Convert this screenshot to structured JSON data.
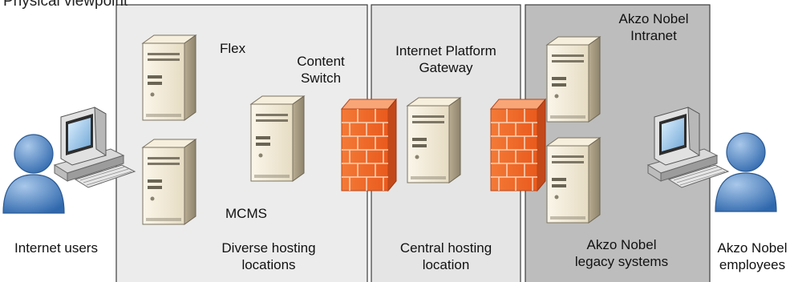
{
  "title": "Physical viewpoint",
  "zones": {
    "diverse": [
      "Diverse hosting",
      "locations"
    ],
    "central": [
      "Central hosting",
      "location"
    ],
    "legacy": [
      "Akzo Nobel",
      "legacy systems"
    ]
  },
  "servers": {
    "flex": "Flex",
    "content_switch": [
      "Content",
      "Switch"
    ],
    "mcms": "MCMS",
    "gateway": [
      "Internet Platform",
      "Gateway"
    ],
    "intranet": [
      "Akzo Nobel",
      "Intranet"
    ]
  },
  "actors": {
    "internet_users": "Internet users",
    "employees": [
      "Akzo Nobel",
      "employees"
    ]
  },
  "colors": {
    "zone_light": "#ececec",
    "zone_dark": "#bdbdbd",
    "firewall": "#f26d2c",
    "server_body": "#f3ead6",
    "user_blue": "#4f86c6"
  }
}
